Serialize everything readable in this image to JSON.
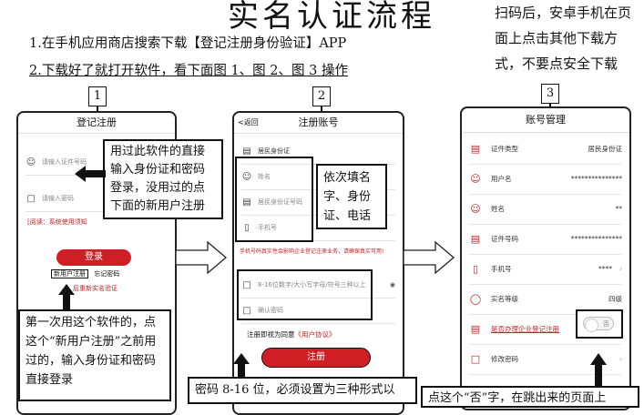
{
  "title": "实名认证流程",
  "steps": {
    "step1": "1.在手机应用商店搜索下载【登记注册身份验证】APP",
    "step2": "2.下载好了就打开软件，看下面图 1、图 2、图 3 操作"
  },
  "top_note": "扫码后，安卓手机在页面上点击其他下载方式，不要点安全下载",
  "numbers": [
    "1",
    "2",
    "3"
  ],
  "phone1": {
    "header": "登记注册",
    "id_placeholder": "请输入证件号码",
    "password_placeholder": "请输入密码",
    "notice": "[阅读：系统使用须知",
    "login_button": "登录",
    "new_user_link": "新用户注册",
    "forgot_link": "忘记密码",
    "reverify_link": "后重新实名验证"
  },
  "phone1_callout": "用过此软件的直接输入身份证和密码登录，没用过的点下面的新用户注册",
  "bottom_left_callout": "第一次用这个软件的，点这个“新用户注册”之前用过的，输入身份证和密码直接登录",
  "phone2": {
    "back": "<返回",
    "header": "注册账号",
    "id_type": "居民身份证",
    "name": "姓名",
    "id_number": "居民身份证号码",
    "phone": "手机号",
    "warning": "手机号码真实性会影响企业登记注册业务，请确保真实可用!",
    "password_hint": "8-16位数字/大小写字母/符号三种以上",
    "confirm_password": "确认密码",
    "agree_prefix": "注册即视为同意",
    "agree_link": "《用户协议》",
    "register_button": "注册"
  },
  "phone2_callout": "依次填名字、身份证、电话",
  "bottom_mid_callout": "密码 8-16 位，必须设置为三种形式以",
  "phone3": {
    "header": "账号管理",
    "rows": [
      {
        "label": "证件类型",
        "value": "居民身份证"
      },
      {
        "label": "用户名",
        "value": "***************"
      },
      {
        "label": "姓名",
        "value": "**"
      },
      {
        "label": "证件号码",
        "value": "***************"
      },
      {
        "label": "手机号",
        "value": "****"
      },
      {
        "label": "实名等级",
        "value": "四级"
      },
      {
        "label": "是否办理企业登记注册",
        "value": "否"
      },
      {
        "label": "修改密码",
        "value": ""
      }
    ]
  },
  "bottom_right_callout": "点这个“否”字，在跳出来的页面上"
}
